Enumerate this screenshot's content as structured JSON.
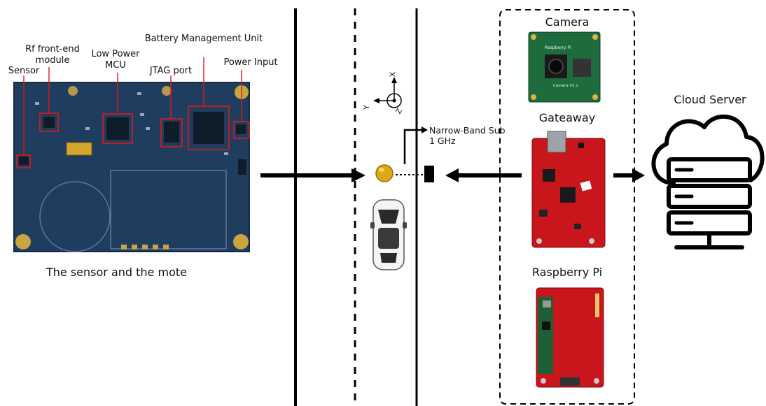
{
  "board_labels": {
    "sensor": "Sensor",
    "rf_frontend": "Rf front-end module",
    "low_power_mcu": "Low Power MCU",
    "jtag_port": "JTAG port",
    "battery_management_unit": "Battery Management Unit",
    "power_input": "Power Input"
  },
  "board_caption": "The sensor and the mote",
  "road_annotation": "Narrow-Band Sub 1 GHz",
  "axes": {
    "x": "X",
    "y": "Y",
    "z": "Z"
  },
  "gateway_column": {
    "camera": "Camera",
    "gateway": "Gateaway",
    "raspberry_pi": "Raspberry Pi"
  },
  "cloud_label": "Cloud Server",
  "board_silkscreen": {
    "pi_camera_brand": "Raspberry Pi",
    "pi_camera_version": "Camera V2.1"
  },
  "colors": {
    "pcb_blue": "#1f3d5e",
    "highlight_red": "#e01818",
    "gateway_red": "#c8161c",
    "camera_green": "#1e6b3e",
    "sensor_yellow": "#e0a818"
  }
}
